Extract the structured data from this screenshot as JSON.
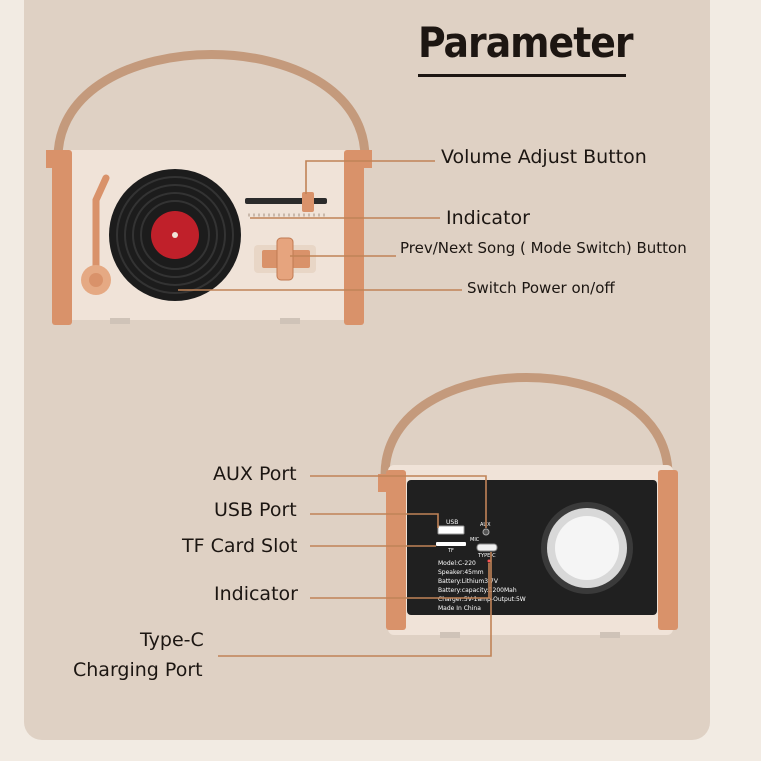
{
  "title": "Parameter",
  "colors": {
    "background": "#dfd1c4",
    "page": "#f2ebe3",
    "leader_line": "#c08357",
    "copper": "#d9926a",
    "body": "#f0e3d8",
    "record_label": "#c0202a",
    "speaker_panel": "#202020"
  },
  "front_labels": {
    "volume": "Volume Adjust Button",
    "indicator": "Indicator",
    "prev_next": "Prev/Next Song ( Mode Switch) Button",
    "power": "Switch Power on/off"
  },
  "back_labels": {
    "aux": "AUX Port",
    "usb": "USB Port",
    "tf": "TF Card Slot",
    "indicator": "Indicator",
    "typec_line1": "Type-C",
    "typec_line2": "Charging Port"
  },
  "panel_text": {
    "usb": "USB",
    "aux": "AUX",
    "tf": "TF",
    "mic": "MIC",
    "typec": "TYPE-C",
    "spec_model": "Model:C-220",
    "spec_speaker": "Speaker:45mm",
    "spec_battery": "Battery:Lithium3.7V",
    "spec_capacity": "Battery:capacity:1200Mah",
    "spec_charger": "Charger:5V-1amp-Output:5W",
    "spec_made": "Made In China"
  },
  "icons": {
    "front_device": "turntable-speaker-front-icon",
    "back_device": "turntable-speaker-back-icon"
  }
}
